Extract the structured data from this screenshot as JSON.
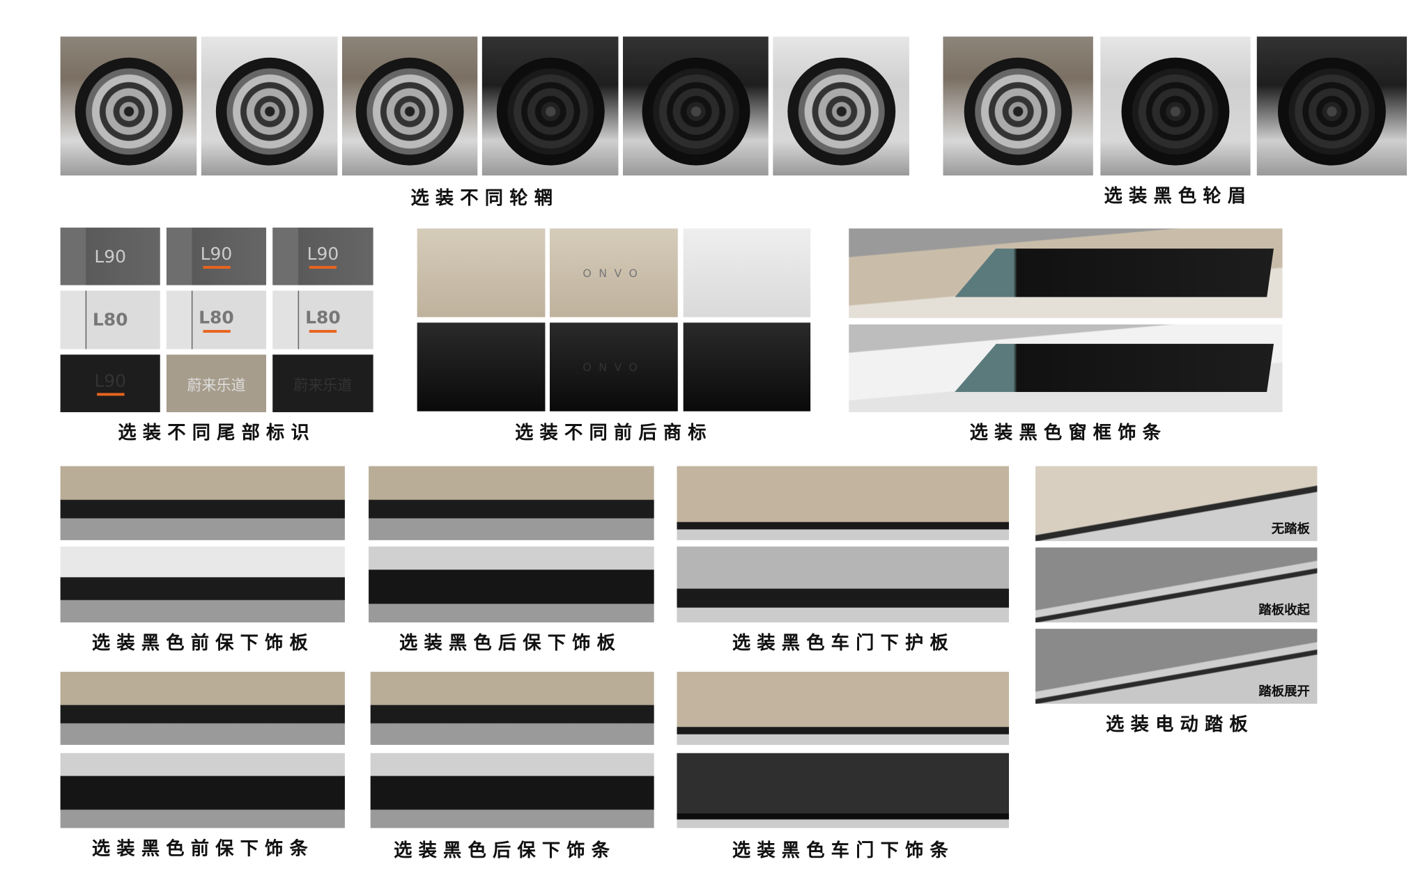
{
  "sections": {
    "rims": {
      "caption": "选装不同轮辋"
    },
    "wheel_arches": {
      "caption": "选装黑色轮眉"
    },
    "rear_badges": {
      "caption": "选装不同尾部标识",
      "badges": [
        "L90",
        "L90",
        "L90",
        "L80",
        "L80",
        "L80",
        "L90",
        "蔚来乐道",
        "蔚来乐道"
      ]
    },
    "front_rear_logos": {
      "caption": "选装不同前后商标",
      "logos": [
        "",
        "ONVO",
        "",
        "",
        "ONVO",
        ""
      ]
    },
    "window_trim": {
      "caption": "选装黑色窗框饰条"
    },
    "front_lower_panel": {
      "caption": "选装黑色前保下饰板"
    },
    "rear_lower_panel": {
      "caption": "选装黑色后保下饰板"
    },
    "door_lower_guard": {
      "caption": "选装黑色车门下护板"
    },
    "power_step": {
      "caption": "选装电动踏板",
      "labels": [
        "无踏板",
        "踏板收起",
        "踏板展开"
      ]
    },
    "front_lower_strip": {
      "caption": "选装黑色前保下饰条"
    },
    "rear_lower_strip": {
      "caption": "选装黑色后保下饰条"
    },
    "door_lower_strip": {
      "caption": "选装黑色车门下饰条"
    }
  },
  "colors": {
    "accent_orange": "#e8641e",
    "caption_text": "#111111"
  }
}
